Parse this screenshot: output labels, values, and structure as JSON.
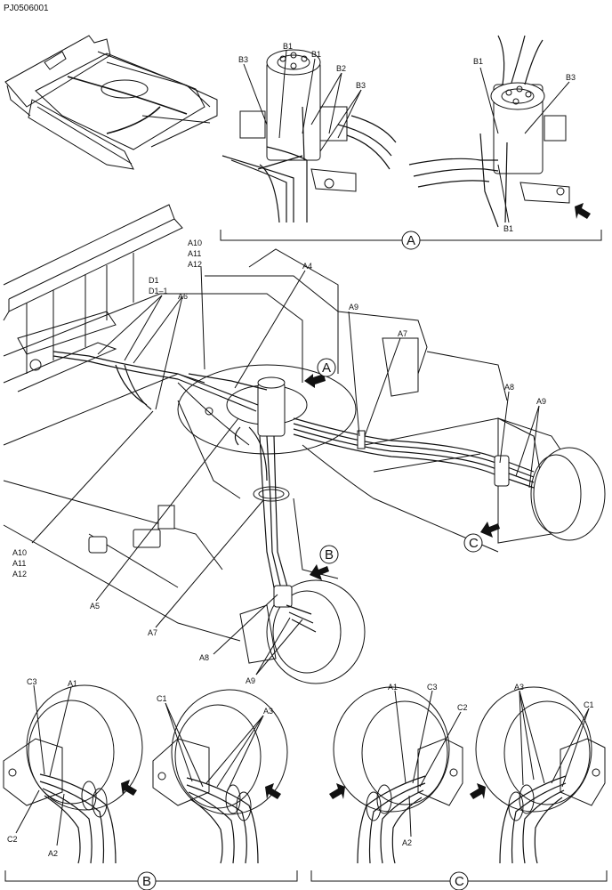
{
  "drawing_code": "PJ0506001",
  "views": {
    "a": "A",
    "b": "B",
    "c": "C"
  },
  "main_labels": {
    "a10": "A10",
    "a11": "A11",
    "a12": "A12",
    "a4": "A4",
    "a5": "A5",
    "a6": "A6",
    "a7": "A7",
    "a8": "A8",
    "a9": "A9",
    "d1": "D1",
    "d1_1": "D1–1"
  },
  "view_a_labels": {
    "b1": "B1",
    "b2": "B2",
    "b3": "B3"
  },
  "view_bc_labels": {
    "a1": "A1",
    "a2": "A2",
    "a3": "A3",
    "c1": "C1",
    "c2": "C2",
    "c3": "C3"
  }
}
